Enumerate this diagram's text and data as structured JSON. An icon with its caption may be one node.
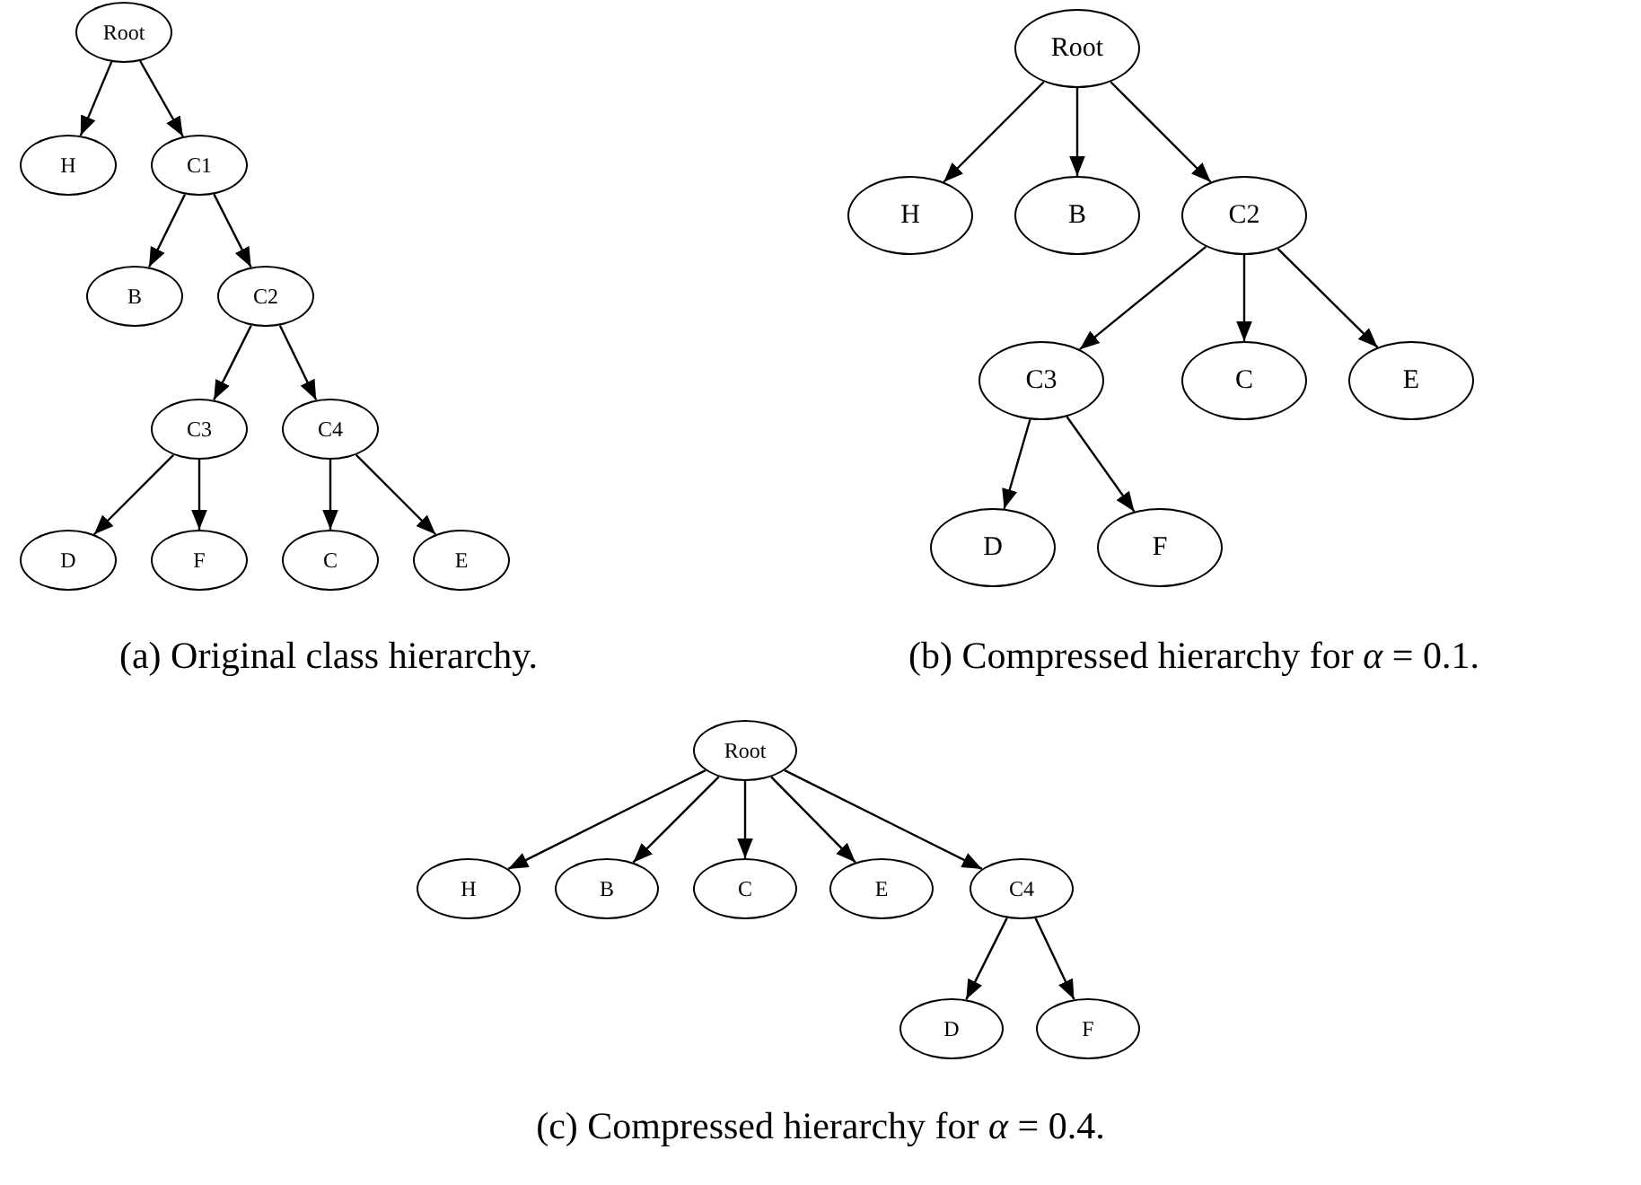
{
  "diagram": {
    "nodes": [
      {
        "text": [
          "Root"
        ]
      },
      {
        "text": [
          "H"
        ]
      },
      {
        "text": [
          "C1"
        ]
      },
      {
        "text": [
          "B"
        ]
      },
      {
        "text": [
          "C2"
        ]
      },
      {
        "text": [
          "C3"
        ]
      },
      {
        "text": [
          "C4"
        ]
      },
      {
        "text": [
          "D"
        ]
      },
      {
        "text": [
          "F"
        ]
      },
      {
        "text": [
          "C"
        ]
      },
      {
        "text": [
          "E"
        ]
      },
      {
        "text": [
          "Root"
        ]
      },
      {
        "text": [
          "H"
        ]
      },
      {
        "text": [
          "B"
        ]
      },
      {
        "text": [
          "C2"
        ]
      },
      {
        "text": [
          "C3"
        ]
      },
      {
        "text": [
          "C"
        ]
      },
      {
        "text": [
          "E"
        ]
      },
      {
        "text": [
          "D"
        ]
      },
      {
        "text": [
          "F"
        ]
      },
      {
        "text": [
          "Root"
        ]
      },
      {
        "text": [
          "H"
        ]
      },
      {
        "text": [
          "B"
        ]
      },
      {
        "text": [
          "C"
        ]
      },
      {
        "text": [
          "E"
        ]
      },
      {
        "text": [
          "C4"
        ]
      },
      {
        "text": [
          "D"
        ]
      },
      {
        "text": [
          "F"
        ]
      }
    ],
    "edges": [
      {
        "from": 0,
        "to": 1,
        "arrow": "to"
      },
      {
        "from": 0,
        "to": 2,
        "arrow": "to"
      },
      {
        "from": 2,
        "to": 3,
        "arrow": "to"
      },
      {
        "from": 2,
        "to": 4,
        "arrow": "to"
      },
      {
        "from": 4,
        "to": 5,
        "arrow": "to"
      },
      {
        "from": 4,
        "to": 6,
        "arrow": "to"
      },
      {
        "from": 5,
        "to": 7,
        "arrow": "to"
      },
      {
        "from": 5,
        "to": 8,
        "arrow": "to"
      },
      {
        "from": 6,
        "to": 9,
        "arrow": "to"
      },
      {
        "from": 6,
        "to": 10,
        "arrow": "to"
      },
      {
        "from": 11,
        "to": 12,
        "arrow": "to"
      },
      {
        "from": 11,
        "to": 13,
        "arrow": "to"
      },
      {
        "from": 11,
        "to": 14,
        "arrow": "to"
      },
      {
        "from": 14,
        "to": 15,
        "arrow": "to"
      },
      {
        "from": 14,
        "to": 16,
        "arrow": "to"
      },
      {
        "from": 14,
        "to": 17,
        "arrow": "to"
      },
      {
        "from": 15,
        "to": 18,
        "arrow": "to"
      },
      {
        "from": 15,
        "to": 19,
        "arrow": "to"
      },
      {
        "from": 20,
        "to": 21,
        "arrow": "to"
      },
      {
        "from": 20,
        "to": 22,
        "arrow": "to"
      },
      {
        "from": 20,
        "to": 23,
        "arrow": "to"
      },
      {
        "from": 20,
        "to": 24,
        "arrow": "to"
      },
      {
        "from": 20,
        "to": 25,
        "arrow": "to"
      },
      {
        "from": 25,
        "to": 26,
        "arrow": "to"
      },
      {
        "from": 25,
        "to": 27,
        "arrow": "to"
      }
    ],
    "labels": [
      "(a) Original class hierarchy.",
      "(b) Compressed hierarchy for *α* = 0.1.",
      "(c) Compressed hierarchy for *α* = 0.4."
    ]
  }
}
